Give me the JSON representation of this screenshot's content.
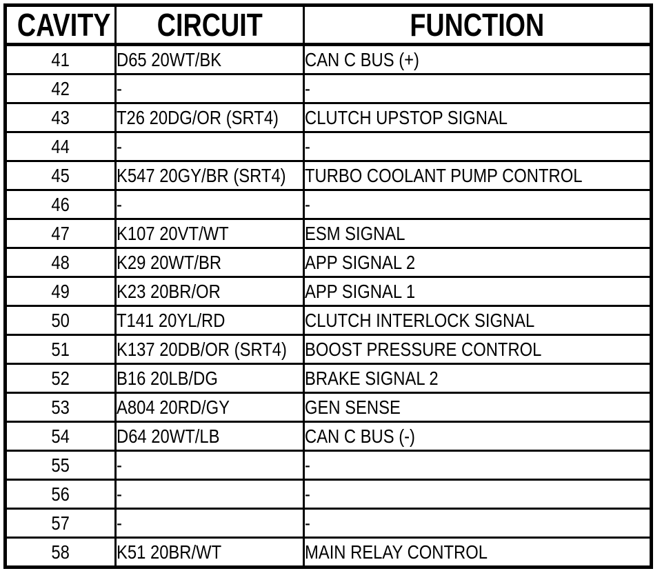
{
  "colors": {
    "background": "#ffffff",
    "border": "#000000",
    "text": "#000000"
  },
  "table": {
    "headers": [
      "CAVITY",
      "CIRCUIT",
      "FUNCTION"
    ],
    "rows": [
      {
        "cavity": "41",
        "circuit": "D65 20WT/BK",
        "function": "CAN C BUS (+)"
      },
      {
        "cavity": "42",
        "circuit": "-",
        "function": "-"
      },
      {
        "cavity": "43",
        "circuit": "T26 20DG/OR (SRT4)",
        "function": "CLUTCH UPSTOP SIGNAL"
      },
      {
        "cavity": "44",
        "circuit": "-",
        "function": "-"
      },
      {
        "cavity": "45",
        "circuit": "K547 20GY/BR (SRT4)",
        "function": "TURBO COOLANT PUMP CONTROL"
      },
      {
        "cavity": "46",
        "circuit": "-",
        "function": "-"
      },
      {
        "cavity": "47",
        "circuit": "K107 20VT/WT",
        "function": "ESM SIGNAL"
      },
      {
        "cavity": "48",
        "circuit": "K29 20WT/BR",
        "function": "APP SIGNAL 2"
      },
      {
        "cavity": "49",
        "circuit": "K23 20BR/OR",
        "function": "APP SIGNAL 1"
      },
      {
        "cavity": "50",
        "circuit": "T141 20YL/RD",
        "function": "CLUTCH INTERLOCK SIGNAL"
      },
      {
        "cavity": "51",
        "circuit": "K137 20DB/OR (SRT4)",
        "function": "BOOST PRESSURE CONTROL"
      },
      {
        "cavity": "52",
        "circuit": "B16 20LB/DG",
        "function": "BRAKE SIGNAL 2"
      },
      {
        "cavity": "53",
        "circuit": "A804 20RD/GY",
        "function": "GEN SENSE"
      },
      {
        "cavity": "54",
        "circuit": "D64 20WT/LB",
        "function": "CAN C BUS (-)"
      },
      {
        "cavity": "55",
        "circuit": "-",
        "function": "-"
      },
      {
        "cavity": "56",
        "circuit": "-",
        "function": "-"
      },
      {
        "cavity": "57",
        "circuit": "-",
        "function": "-"
      },
      {
        "cavity": "58",
        "circuit": "K51 20BR/WT",
        "function": "MAIN RELAY CONTROL"
      }
    ]
  }
}
